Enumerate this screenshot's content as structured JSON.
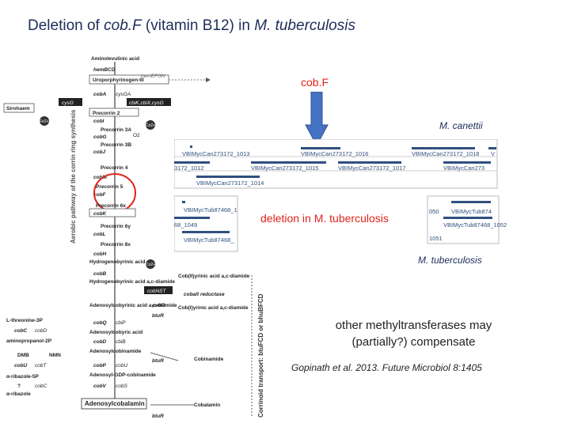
{
  "title": {
    "part1": "Deletion of ",
    "gene": "cob.F",
    "part2": " (vitamin B12) in ",
    "organism": "M. tuberculosis"
  },
  "pathway": {
    "start": "Aminolevulinic acid",
    "hemBCD": "hemBCD",
    "uro": "Uroporphyrinogen-III",
    "hemEFGN": "hemEFGN",
    "sirohaem": "Sirohaem",
    "cysG_left": "cysG",
    "cobA": "cobA",
    "cysG": "cysGA",
    "cbik": "cbiK,cbiX,cysG",
    "fe": "Fe2+",
    "co_top": "Co2+",
    "p2": "Precorrin 2",
    "cobI": "cobI",
    "p3a": "Precorrin 3A",
    "cobG": "cobG",
    "o2": "O2",
    "p3b": "Precorrin 3B",
    "cobJ": "cobJ",
    "p4": "Precorrin 4",
    "cobM": "cobM",
    "p5": "Precorrin 5",
    "cobF": "cobF",
    "p6x": "Precorrin 6x",
    "cobK": "cobK",
    "p6y": "Precorrin 6y",
    "cobL": "cobL",
    "p8x": "Precorrin 8x",
    "cobH": "cobH",
    "hba": "Hydrogenobyrinic acid",
    "cobB": "cobB",
    "hbad": "Hydrogenobyrinic acid a,c-diamide",
    "cobNST": "cobNST",
    "co_mid": "Co2+",
    "cob2": "Cob(II)yrinic acid a,c-diamide",
    "cobR": "cobalt reductase",
    "ado": "Adenosylcobyrinic acid a,c-diamide",
    "cobO": "cobO",
    "btuR": "btuR",
    "cob1": "Cob(I)yrinic acid a,c-diamide",
    "cobQ": "cobQ",
    "cbiP": "cbiP",
    "adocob": "Adenosylcobyric acid",
    "thr": "L-threonine-3P",
    "cobC": "cobC",
    "cobD_l": "cobD",
    "amino": "aminopropanol-2P",
    "cobD": "cobD",
    "cbiB": "cbiB",
    "adocobin": "Adenosylcobinamide",
    "btuR2": "btuR",
    "cobinamide": "Cobinamide",
    "dmb": "DMB",
    "nmn": "NMN",
    "cobU_l": "cobU",
    "cobT": "cobT",
    "cobP": "cobP",
    "cobU": "cobU",
    "agdp": "Adenosyl-GDP-cobinamide",
    "aribp": "α-ribazole-5P",
    "cobV": "cobV",
    "cobS": "cobS",
    "q1": "?",
    "cobC2": "cobC",
    "arib": "α-ribazole",
    "final": "Adenosylcobalamin",
    "btuR3": "btuR",
    "cobalamin": "Cobalamin",
    "side_label": "Aerobic pathway of the corrin ring synthesis",
    "transport_label": "Corrinoid transport: btuFCD or bhuBFCD"
  },
  "cobf_label": "cob.F",
  "label_canettii": "M. canettii",
  "genes_canettii": [
    "VBIMycCan273172_1013",
    "VBIMycCan273172_1016",
    "VBIMycCan273172_1018",
    "V",
    "3172_1012",
    "VBIMycCan273172_1015",
    "VBIMycCan273172_1017",
    "VBIMycCan273",
    "VBIMycCan273172_1014"
  ],
  "genes_tb_left": [
    "VBIMycTub87468_1",
    "68_1049",
    "VBIMycTub87468_"
  ],
  "genes_tb_right": [
    "050",
    "VBIMycTub874",
    "VBIMycTub87468_1052",
    "1051"
  ],
  "deletion_label": "deletion in M. tuberculosis",
  "label_tb": "M. tuberculosis",
  "compensate": "other methyltransferases may (partially?) compensate",
  "citation": "Gopinath et al. 2013. Future Microbiol 8:1405",
  "colors": {
    "title": "#1f2d5a",
    "red": "#e0231b",
    "gene": "#2f4f7f",
    "arrow": "#4472c4",
    "gene_box": "#555555"
  }
}
